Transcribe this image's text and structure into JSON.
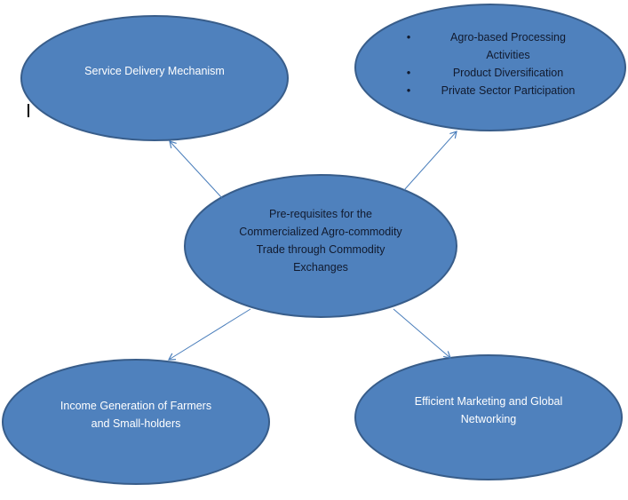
{
  "colors": {
    "fill": "#4f81bd",
    "stroke": "#385d8a",
    "arrow": "#4a7ebb",
    "light_text": "#ffffff",
    "dark_text": "#111a2e"
  },
  "nodes": {
    "center": {
      "lines": [
        "Pre-requisites for the",
        "Commercialized Agro-commodity",
        "Trade through Commodity",
        "Exchanges"
      ]
    },
    "top_left": {
      "lines": [
        "Service Delivery Mechanism"
      ]
    },
    "top_right": {
      "bullets": [
        {
          "lines": [
            "Agro-based Processing",
            "Activities"
          ]
        },
        {
          "lines": [
            "Product Diversification"
          ]
        },
        {
          "lines": [
            "Private Sector Participation"
          ]
        }
      ],
      "bullet_glyph": "•"
    },
    "bottom_left": {
      "lines": [
        "Income Generation of Farmers",
        "and Small-holders"
      ]
    },
    "bottom_right": {
      "lines": [
        "Efficient Marketing and Global",
        "Networking"
      ]
    }
  },
  "edges": [
    {
      "from": "center",
      "to": "top_left"
    },
    {
      "from": "center",
      "to": "top_right"
    },
    {
      "from": "center",
      "to": "bottom_left"
    },
    {
      "from": "center",
      "to": "bottom_right"
    }
  ]
}
